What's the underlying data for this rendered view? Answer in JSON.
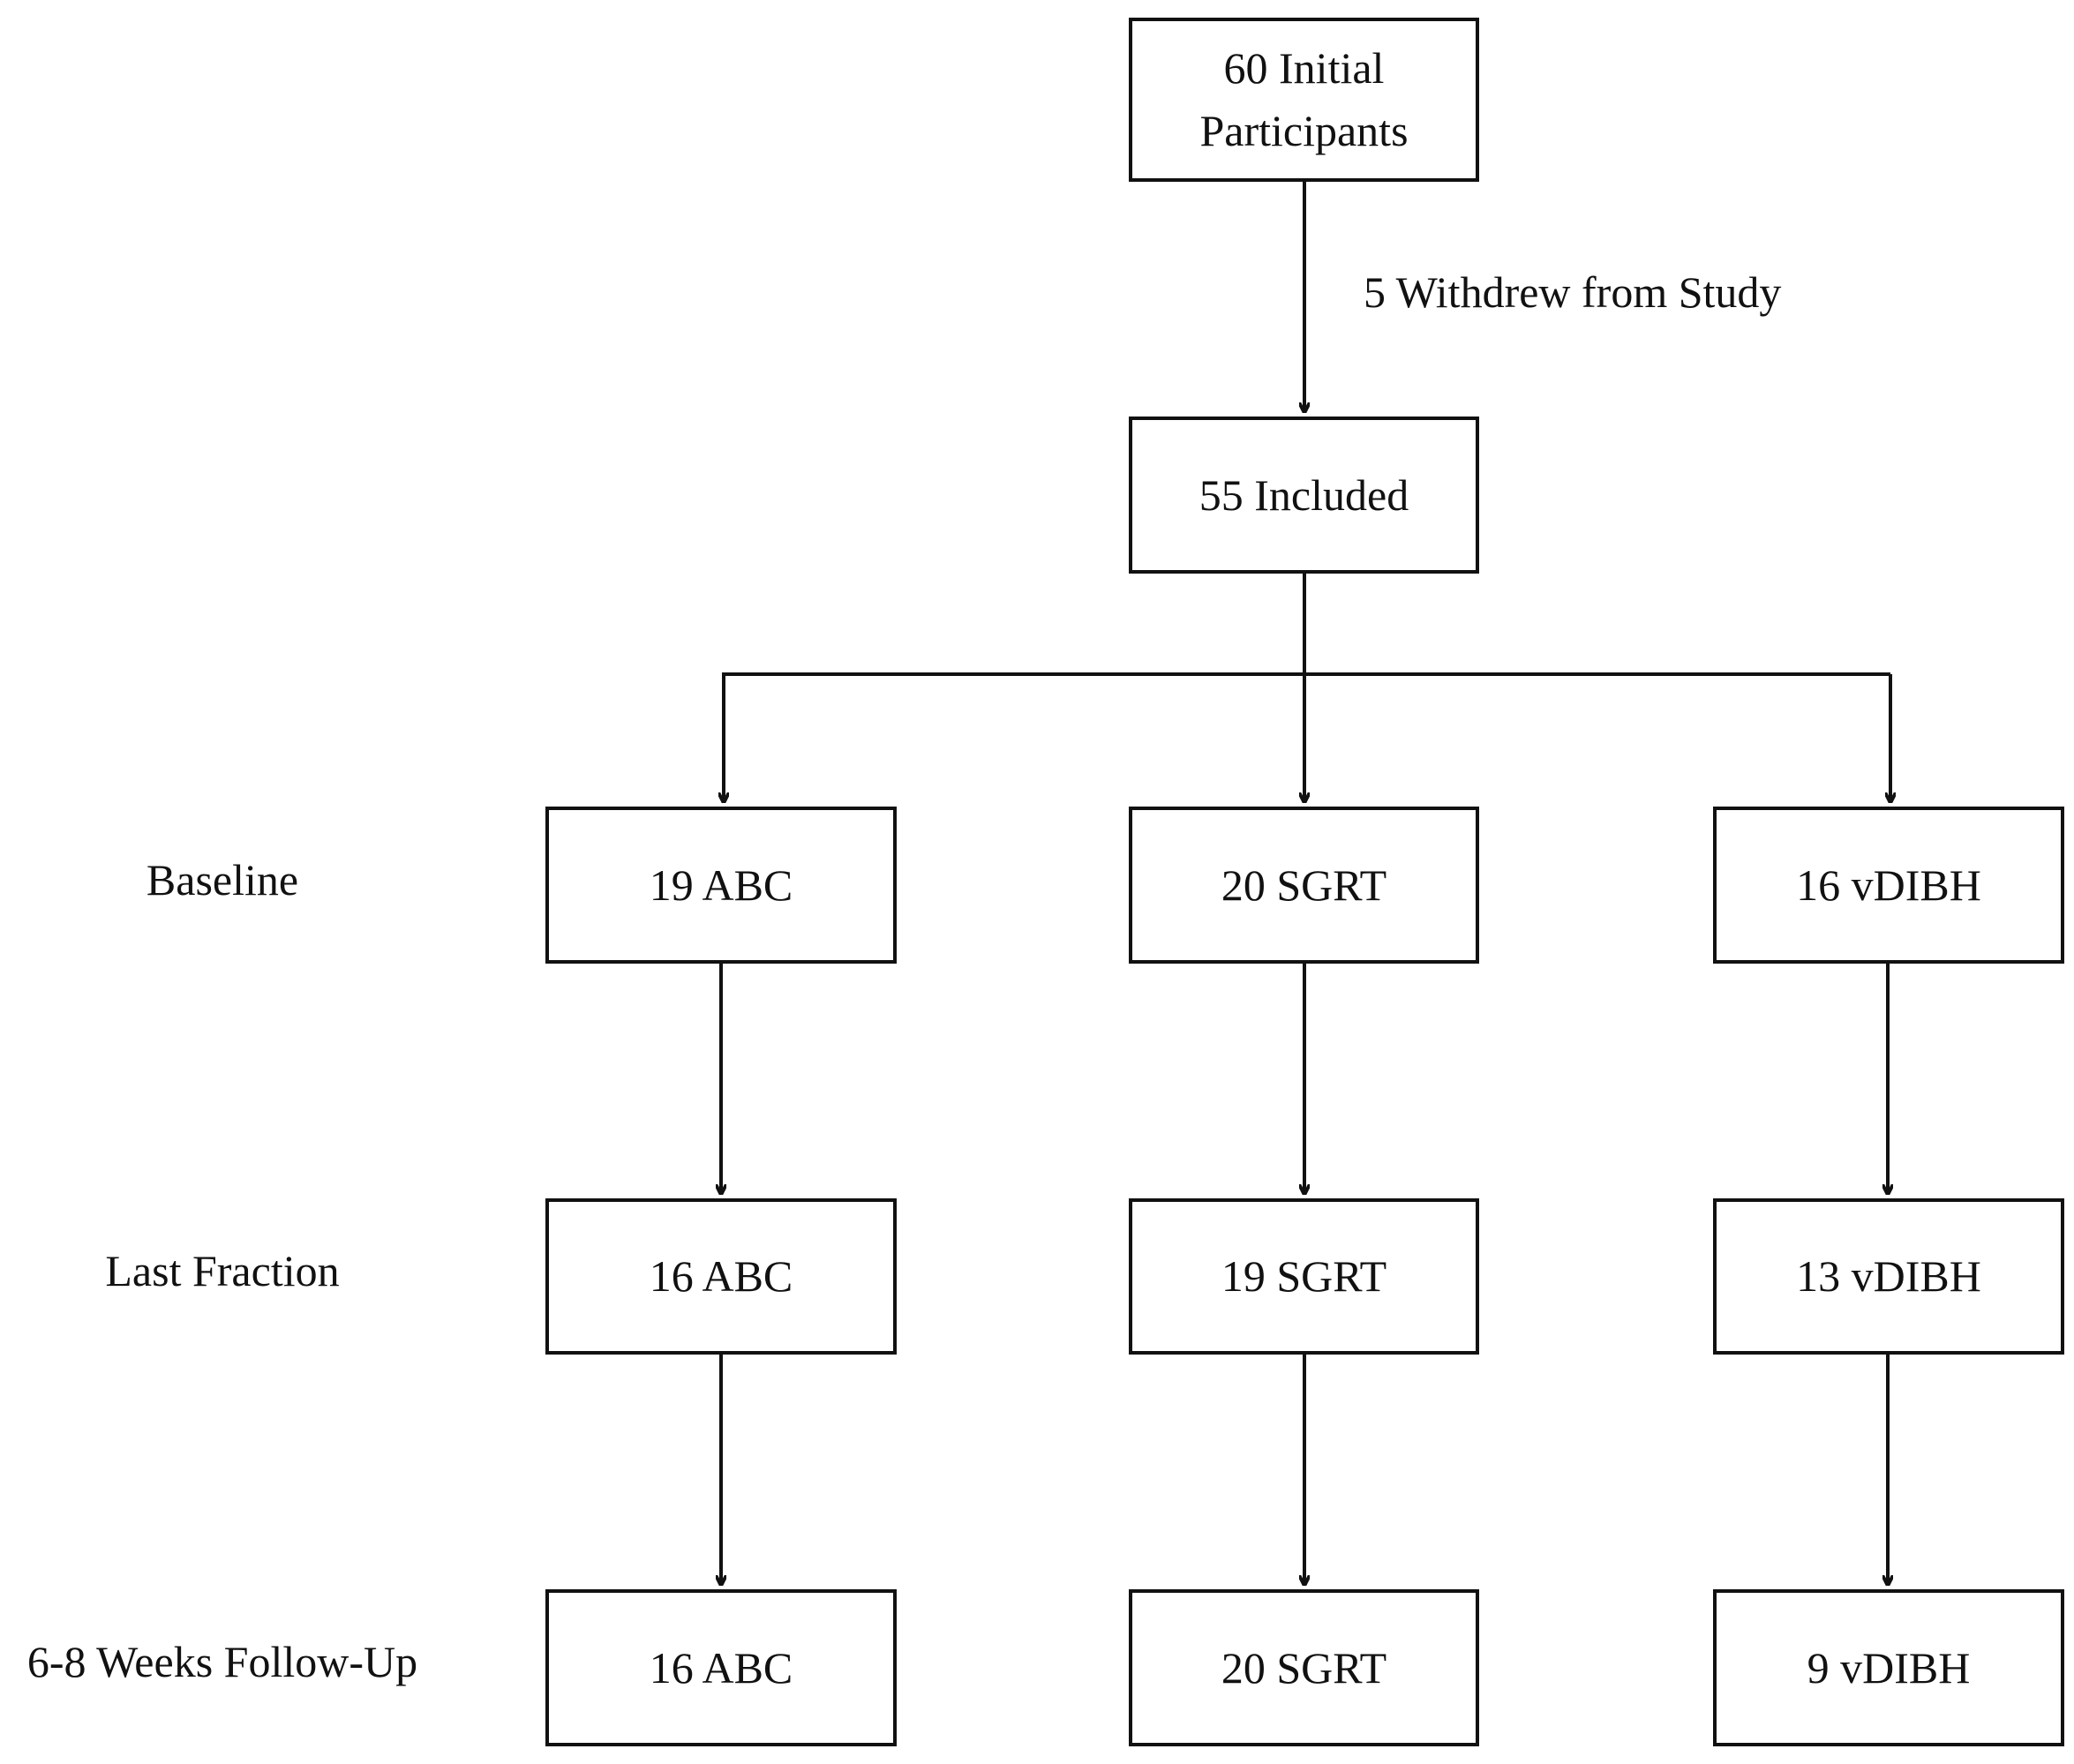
{
  "nodes": {
    "initial": "60 Initial\nParticipants",
    "included": "55 Included"
  },
  "edge_labels": {
    "withdrew": "5 Withdrew from Study"
  },
  "stages": [
    {
      "label": "Baseline",
      "groups": [
        "19 ABC",
        "20 SGRT",
        "16 vDIBH"
      ]
    },
    {
      "label": "Last Fraction",
      "groups": [
        "16 ABC",
        "19 SGRT",
        "13 vDIBH"
      ]
    },
    {
      "label": "6-8 Weeks Follow-Up",
      "groups": [
        "16 ABC",
        "20 SGRT",
        "9 vDIBH"
      ]
    }
  ]
}
